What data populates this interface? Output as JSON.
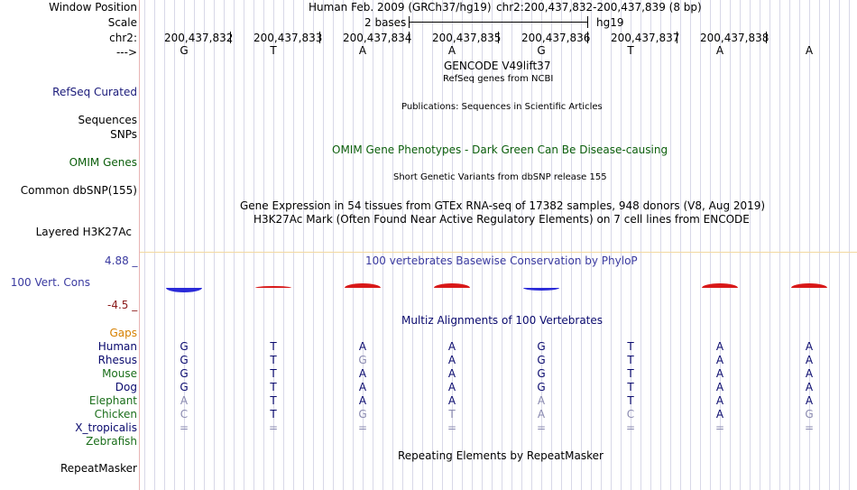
{
  "header": {
    "window_position_label": "Window Position",
    "assembly_title": "Human Feb. 2009 (GRCh37/hg19)",
    "position_range": "chr2:200,437,832-200,437,839 (8 bp)",
    "scale_label": "Scale",
    "scale_text": "2 bases",
    "scale_db": "hg19",
    "chrom_label": "chr2:",
    "strand_label": "--->",
    "ruler_positions": [
      "200,437,832",
      "200,437,833",
      "200,437,834",
      "200,437,835",
      "200,437,836",
      "200,437,837",
      "200,437,838"
    ]
  },
  "bases": [
    "G",
    "T",
    "A",
    "A",
    "G",
    "T",
    "A",
    "A"
  ],
  "tracks": {
    "gencode_title": "GENCODE V49lift37",
    "refseq_label": "RefSeq Curated",
    "refseq_title": "RefSeq genes from NCBI",
    "sequences_label": "Sequences",
    "publications_title": "Publications: Sequences in Scientific Articles",
    "snps_label": "SNPs",
    "omim_title": "OMIM Gene Phenotypes - Dark Green Can Be Disease-causing",
    "omim_label": "OMIM Genes",
    "dbsnp_title": "Short Genetic Variants from dbSNP release 155",
    "dbsnp_label": "Common dbSNP(155)",
    "gtex_title": "Gene Expression in 54 tissues from GTEx RNA-seq of 17382 samples, 948 donors (V8, Aug 2019)",
    "h3k27ac_title": "H3K27Ac Mark (Often Found Near Active Regulatory Elements) on 7 cell lines from ENCODE",
    "h3k27ac_label": "Layered H3K27Ac",
    "cons_max": "4.88 _",
    "cons_title": "100 vertebrates Basewise Conservation by PhyloP",
    "cons_label": "100 Vert. Cons",
    "cons_min": "-4.5 _",
    "multiz_title": "Multiz Alignments of 100 Vertebrates",
    "gaps_label": "Gaps",
    "repeat_title": "Repeating Elements by RepeatMasker",
    "repeat_label": "RepeatMasker"
  },
  "alignment": [
    {
      "species": "Human",
      "color": "#0a0a6e",
      "bases": [
        "G",
        "T",
        "A",
        "A",
        "G",
        "T",
        "A",
        "A"
      ],
      "dim": [
        false,
        false,
        false,
        false,
        false,
        false,
        false,
        false
      ]
    },
    {
      "species": "Rhesus",
      "color": "#0a0a6e",
      "bases": [
        "G",
        "T",
        "G",
        "A",
        "G",
        "T",
        "A",
        "A"
      ],
      "dim": [
        false,
        false,
        true,
        false,
        false,
        false,
        false,
        false
      ]
    },
    {
      "species": "Mouse",
      "color": "#1a6e1a",
      "bases": [
        "G",
        "T",
        "A",
        "A",
        "G",
        "T",
        "A",
        "A"
      ],
      "dim": [
        false,
        false,
        false,
        false,
        false,
        false,
        false,
        false
      ]
    },
    {
      "species": "Dog",
      "color": "#0a0a6e",
      "bases": [
        "G",
        "T",
        "A",
        "A",
        "G",
        "T",
        "A",
        "A"
      ],
      "dim": [
        false,
        false,
        false,
        false,
        false,
        false,
        false,
        false
      ]
    },
    {
      "species": "Elephant",
      "color": "#1a6e1a",
      "bases": [
        "A",
        "T",
        "A",
        "A",
        "A",
        "T",
        "A",
        "A"
      ],
      "dim": [
        true,
        false,
        false,
        false,
        true,
        false,
        false,
        false
      ]
    },
    {
      "species": "Chicken",
      "color": "#1a6e1a",
      "bases": [
        "C",
        "T",
        "G",
        "T",
        "A",
        "C",
        "A",
        "G"
      ],
      "dim": [
        true,
        false,
        true,
        true,
        true,
        true,
        false,
        true
      ]
    },
    {
      "species": "X_tropicalis",
      "color": "#0a0a6e",
      "bases": [
        "=",
        "=",
        "=",
        "=",
        "=",
        "=",
        "=",
        "="
      ],
      "dim": [
        true,
        true,
        true,
        true,
        true,
        true,
        true,
        true
      ]
    },
    {
      "species": "Zebrafish",
      "color": "#1a6e1a",
      "bases": [],
      "dim": []
    }
  ],
  "conservation": [
    -0.9,
    0.2,
    0.9,
    0.9,
    -0.5,
    0,
    0.9,
    0.9
  ],
  "colors": {
    "track_label_blue": "#1a1a7a",
    "omim_green": "#0b5e0b",
    "cons_blue": "#3a3aa0",
    "cons_min_red": "#8b1a1a",
    "gaps_orange": "#d68000",
    "cons_pos": "#d81818",
    "cons_neg": "#2a2ad8",
    "dim_base": "#8a8ab0"
  }
}
